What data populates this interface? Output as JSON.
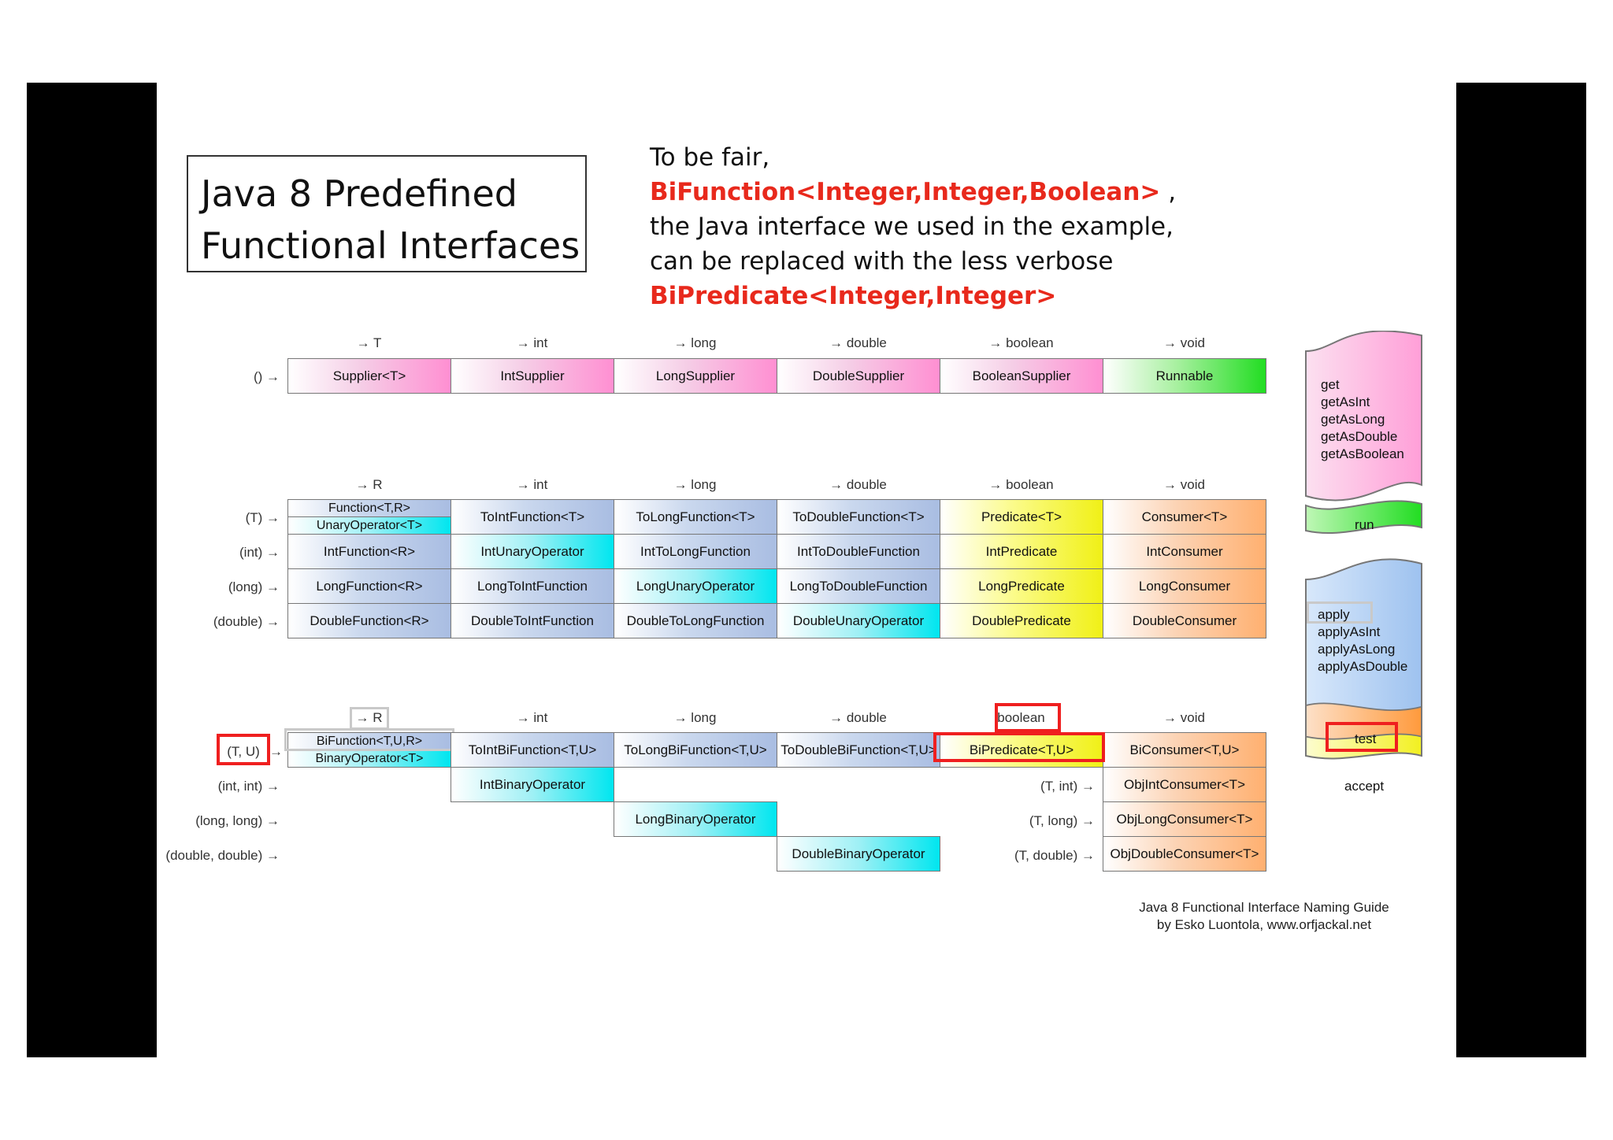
{
  "title": {
    "line1": "Java 8 Predefined",
    "line2": "Functional Interfaces"
  },
  "note": {
    "prefix": "To be fair, ",
    "bifunction": "BiFunction<Integer,Integer,Boolean>",
    "suffix": " ,",
    "line2": "the Java interface we used in the example,",
    "line3": "can be replaced with the less verbose",
    "bipredicate": "BiPredicate<Integer,Integer>"
  },
  "section1": {
    "headers": [
      "→ T",
      "→ int",
      "→ long",
      "→ double",
      "→ boolean",
      "→ void"
    ],
    "row_label": "() →",
    "cells": [
      "Supplier<T>",
      "IntSupplier",
      "LongSupplier",
      "DoubleSupplier",
      "BooleanSupplier",
      "Runnable"
    ]
  },
  "section2": {
    "headers": [
      "→ R",
      "→ int",
      "→ long",
      "→ double",
      "→ boolean",
      "→ void"
    ],
    "row_labels": [
      "(T) →",
      "(int) →",
      "(long) →",
      "(double) →"
    ],
    "row0_col0": {
      "top": "Function<T,R>",
      "bottom": "UnaryOperator<T>"
    },
    "rows": [
      [
        "",
        "ToIntFunction<T>",
        "ToLongFunction<T>",
        "ToDoubleFunction<T>",
        "Predicate<T>",
        "Consumer<T>"
      ],
      [
        "IntFunction<R>",
        "IntUnaryOperator",
        "IntToLongFunction",
        "IntToDoubleFunction",
        "IntPredicate",
        "IntConsumer"
      ],
      [
        "LongFunction<R>",
        "LongToIntFunction",
        "LongUnaryOperator",
        "LongToDoubleFunction",
        "LongPredicate",
        "LongConsumer"
      ],
      [
        "DoubleFunction<R>",
        "DoubleToIntFunction",
        "DoubleToLongFunction",
        "DoubleUnaryOperator",
        "DoublePredicate",
        "DoubleConsumer"
      ]
    ]
  },
  "section3": {
    "headers": [
      "→ R",
      "→ int",
      "→ long",
      "→ double",
      "boolean",
      "→ void"
    ],
    "row_labels": [
      "(T, U)",
      "(int, int) →",
      "(long, long) →",
      "(double, double) →"
    ],
    "row0": {
      "bifunction": "BiFunction<T,U,R>",
      "binaryoperator": "BinaryOperator<T>",
      "tointbi": "ToIntBiFunction<T,U>",
      "tolongbi": "ToLongBiFunction<T,U>",
      "todoublebi": "ToDoubleBiFunction<T,U>",
      "bipredicate": "BiPredicate<T,U>",
      "biconsumer": "BiConsumer<T,U>"
    },
    "diag": {
      "int": "IntBinaryOperator",
      "long": "LongBinaryOperator",
      "double": "DoubleBinaryOperator"
    },
    "consumer_labels": [
      "(T, int) →",
      "(T, long) →",
      "(T, double) →"
    ],
    "consumers": [
      "ObjIntConsumer<T>",
      "ObjLongConsumer<T>",
      "ObjDoubleConsumer<T>"
    ]
  },
  "methods": {
    "get": [
      "get",
      "getAsInt",
      "getAsLong",
      "getAsDouble",
      "getAsBoolean"
    ],
    "run": "run",
    "apply": [
      "apply",
      "applyAsInt",
      "applyAsLong",
      "applyAsDouble"
    ],
    "test": "test",
    "accept": "accept"
  },
  "credit": {
    "line1": "Java 8 Functional Interface Naming Guide",
    "line2": "by Esko Luontola, www.orfjackal.net"
  },
  "colors": {
    "supplier": "#ff8fd2",
    "runnable": "#22dd22",
    "function": "#a9bde2",
    "operator": "#00e6ef",
    "predicate": "#f0f016",
    "consumer": "#ffb070",
    "highlight": "#ef1f1f"
  }
}
